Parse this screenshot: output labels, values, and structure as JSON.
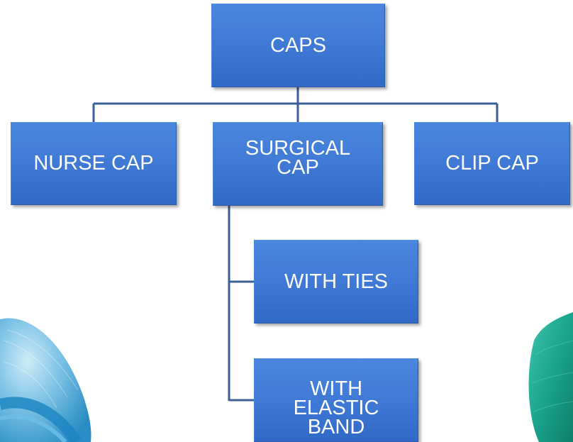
{
  "diagram": {
    "root": {
      "label": "CAPS"
    },
    "children": [
      {
        "label": "NURSE CAP"
      },
      {
        "label": "SURGICAL\nCAP"
      },
      {
        "label": "CLIP CAP"
      }
    ],
    "subchildren": [
      {
        "label": "WITH TIES"
      },
      {
        "label": "WITH\nELASTIC\nBAND"
      }
    ]
  },
  "colors": {
    "node_fill": "#3f79d5",
    "node_border": "#2b5aa8",
    "connector": "#3a5f96",
    "node_text": "#ffffff",
    "left_cap": "#3aa0d8",
    "right_cap": "#1a9a8a"
  }
}
